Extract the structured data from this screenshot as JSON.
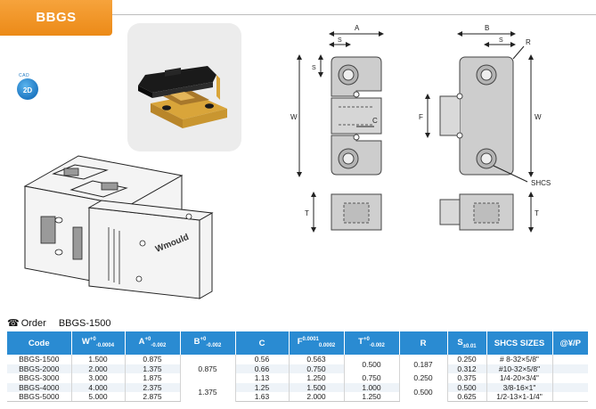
{
  "header": {
    "title": "BBGS"
  },
  "badge": {
    "small": "CAD",
    "label": "2D"
  },
  "mold": {
    "brand": "Wmould"
  },
  "drawing": {
    "labels": {
      "A": "A",
      "B": "B",
      "S": "S",
      "R": "R",
      "W": "W",
      "F": "F",
      "C": "C",
      "T": "T",
      "SHCS": "SHCS"
    }
  },
  "order": {
    "label": "Order",
    "code": "BBGS-1500"
  },
  "table": {
    "headers": {
      "code": "Code",
      "w": "W",
      "w_tol_up": "+0",
      "w_tol_dn": "-0.0004",
      "a": "A",
      "a_tol_up": "+0",
      "a_tol_dn": "-0.002",
      "b": "B",
      "b_tol_up": "+0",
      "b_tol_dn": "-0.002",
      "c": "C",
      "f": "F",
      "f_tol_up": "0.0001",
      "f_tol_dn": "0.0002",
      "t": "T",
      "t_tol_up": "+0",
      "t_tol_dn": "-0.002",
      "r": "R",
      "s": "S",
      "s_tol": "±0.01",
      "shcs": "SHCS SIZES",
      "price": "@¥/P"
    },
    "rows": [
      {
        "code": "BBGS-1500",
        "w": "1.500",
        "a": "0.875",
        "c": "0.56",
        "f": "0.563",
        "s": "0.250",
        "shcs": "# 8-32×5/8\""
      },
      {
        "code": "BBGS-2000",
        "w": "2.000",
        "a": "1.375",
        "c": "0.66",
        "f": "0.750",
        "s": "0.312",
        "shcs": "#10-32×5/8\""
      },
      {
        "code": "BBGS-3000",
        "w": "3.000",
        "a": "1.875",
        "c": "1.13",
        "f": "1.250",
        "s": "0.375",
        "shcs": "1/4-20×3/4\""
      },
      {
        "code": "BBGS-4000",
        "w": "4.000",
        "a": "2.375",
        "c": "1.25",
        "f": "1.500",
        "s": "0.500",
        "shcs": "3/8-16×1\""
      },
      {
        "code": "BBGS-5000",
        "w": "5.000",
        "a": "2.875",
        "c": "1.63",
        "f": "2.000",
        "s": "0.625",
        "shcs": "1/2-13×1-1/4\""
      }
    ],
    "merged": {
      "b_1": "0.875",
      "b_2": "1.375",
      "t_1": "0.500",
      "t_2": "0.750",
      "t_3": "1.000",
      "t_4": "1.250",
      "r_1": "0.187",
      "r_2": "0.250",
      "r_3": "0.500"
    }
  }
}
